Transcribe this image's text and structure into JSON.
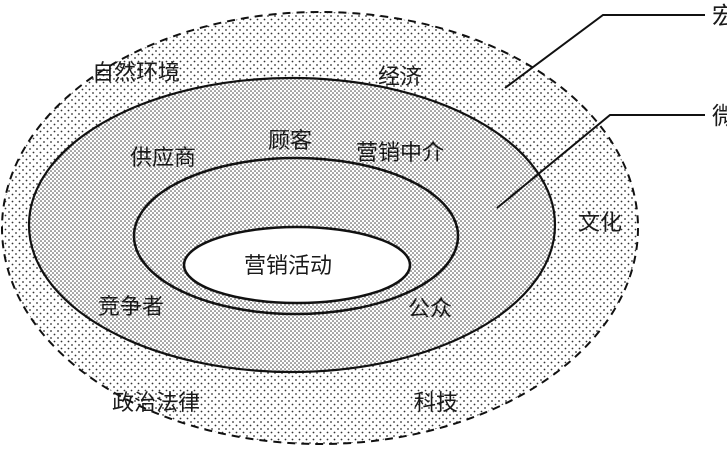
{
  "diagram": {
    "outer_ring": {
      "style": "dashed",
      "labels": {
        "natural": "自然环境",
        "economy": "经济",
        "culture": "文化",
        "politics_law": "政治法律",
        "technology": "科技"
      }
    },
    "middle_ring": {
      "style": "solid",
      "labels": {
        "suppliers": "供应商",
        "customers": "顾客",
        "intermediaries": "营销中介",
        "competitors": "竞争者",
        "public": "公众"
      }
    },
    "inner_ring": {
      "style": "solid"
    },
    "center": {
      "label": "营销活动"
    },
    "callouts": {
      "top": "宏",
      "middle": "微"
    },
    "colors": {
      "line": "#111111",
      "dots": "#333333",
      "center_fill": "#ffffff"
    }
  }
}
